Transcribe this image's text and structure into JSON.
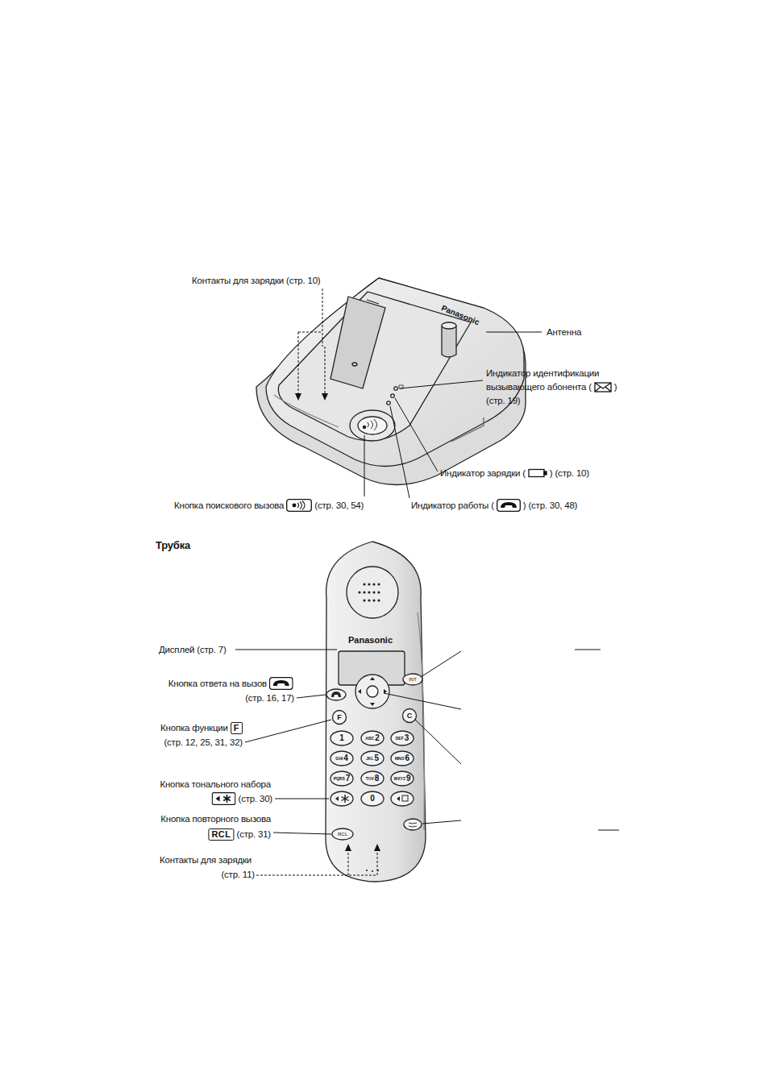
{
  "diagram": {
    "labels": [
      "Контакты для зарядки (стр. 10)",
      "Антенна",
      "Индикатор идентификации",
      "вызывающего абонента (",
      ")",
      "(стр. 19)",
      "Индикатор зарядки (",
      ") (стр. 10)",
      "Кнопка поискового вызова",
      "(стр. 30, 54)",
      "Индикатор работы (",
      ") (стр. 30, 48)",
      "Трубка",
      "Дисплей (стр. 7)",
      "Кнопка ответа на вызов",
      "(стр. 16, 17)",
      "Кнопка функции",
      "(стр. 12, 25, 31, 32)",
      "Кнопка тонального набора",
      "(стр. 30)",
      "Кнопка повторного вызова",
      "(стр. 31)",
      "Контакты для зарядки",
      "(стр. 11)",
      "Panasonic",
      "Panasonic",
      "INT",
      "F",
      "C",
      "1",
      "ABC",
      "2",
      "DEF",
      "3",
      "GHI",
      "4",
      "JKL",
      "5",
      "MNO",
      "6",
      "PQRS",
      "7",
      "TUV",
      "8",
      "WXYZ",
      "9",
      "0",
      "RCL",
      "F",
      "RCL"
    ]
  }
}
